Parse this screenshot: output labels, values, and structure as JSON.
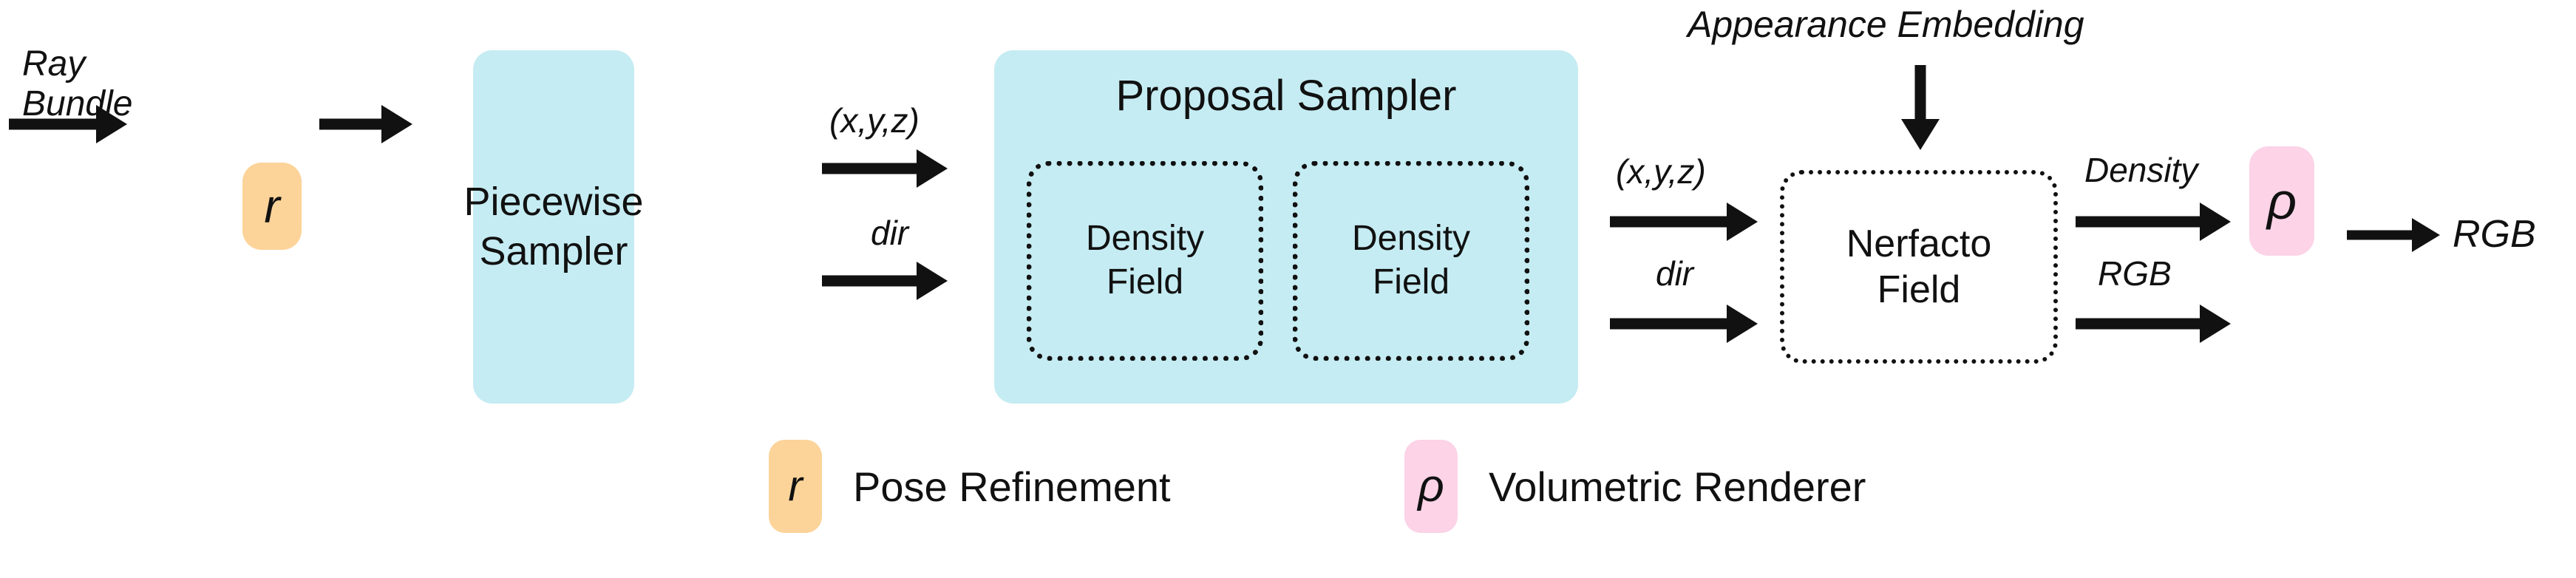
{
  "diagram": {
    "title": "Nerfacto pipeline",
    "colors": {
      "orange": "#FCD399",
      "blue": "#C5ECF2",
      "pink": "#FCD3E7",
      "ink": "#111111",
      "background": "#FFFFFF"
    },
    "nodes": {
      "pose_refinement_symbol": "r",
      "piecewise_sampler": "Piecewise\nSampler",
      "piecewise_sampler_line1": "Piecewise",
      "piecewise_sampler_line2": "Sampler",
      "proposal_sampler": "Proposal Sampler",
      "density_field_1_line1": "Density",
      "density_field_1_line2": "Field",
      "density_field_2_line1": "Density",
      "density_field_2_line2": "Field",
      "nerfacto_field_line1": "Nerfacto",
      "nerfacto_field_line2": "Field",
      "volumetric_renderer_symbol": "ρ"
    },
    "edge_labels": {
      "ray_bundle_line1": "Ray",
      "ray_bundle_line2": "Bundle",
      "xyz_to_proposal": "(x,y,z)",
      "dir_to_proposal": "dir",
      "xyz_to_nerfacto": "(x,y,z)",
      "dir_to_nerfacto": "dir",
      "appearance_embedding": "Appearance Embedding",
      "density_out": "Density",
      "rgb_out": "RGB",
      "final_rgb": "RGB"
    },
    "legend": {
      "items": [
        {
          "symbol": "r",
          "label": "Pose Refinement",
          "color": "#FCD399"
        },
        {
          "symbol": "ρ",
          "label": "Volumetric Renderer",
          "color": "#FCD3E7"
        }
      ]
    }
  }
}
